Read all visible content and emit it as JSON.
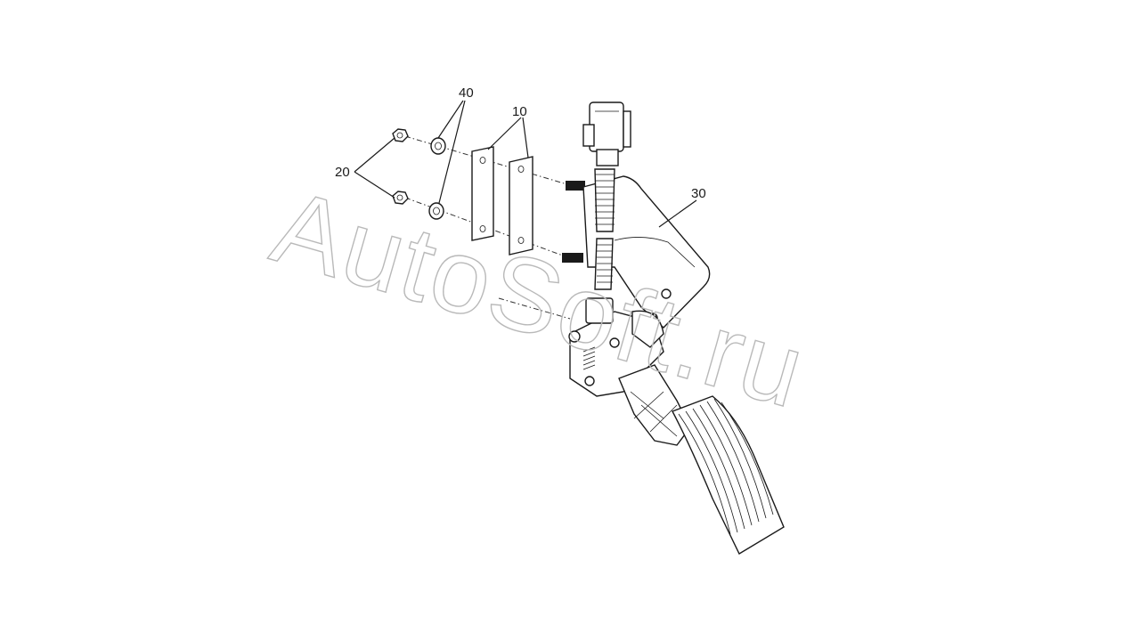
{
  "callouts": {
    "c10": "10",
    "c20": "20",
    "c30": "30",
    "c40": "40"
  },
  "watermark": {
    "text": "AutoSoft.ru"
  }
}
